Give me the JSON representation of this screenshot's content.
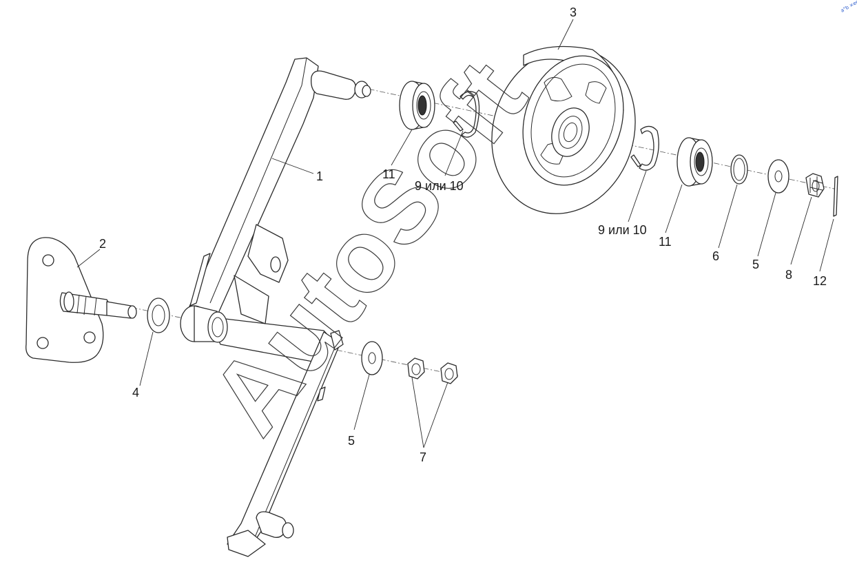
{
  "diagram": {
    "callouts": [
      {
        "id": "c1",
        "text": "1"
      },
      {
        "id": "c2",
        "text": "2"
      },
      {
        "id": "c3",
        "text": "3"
      },
      {
        "id": "c4",
        "text": "4"
      },
      {
        "id": "c5a",
        "text": "5"
      },
      {
        "id": "c5b",
        "text": "5"
      },
      {
        "id": "c6",
        "text": "6"
      },
      {
        "id": "c7",
        "text": "7"
      },
      {
        "id": "c8",
        "text": "8"
      },
      {
        "id": "c9a",
        "text": "9 или 10"
      },
      {
        "id": "c9b",
        "text": "9 или 10"
      },
      {
        "id": "c11a",
        "text": "11"
      },
      {
        "id": "c11b",
        "text": "11"
      },
      {
        "id": "c12",
        "text": "12"
      }
    ],
    "watermark": "AutoSoft",
    "corner_mark": "a°b ×ee"
  }
}
